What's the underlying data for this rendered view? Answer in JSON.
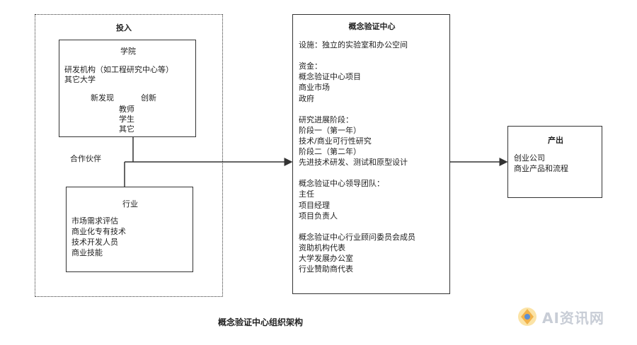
{
  "input": {
    "title": "投入",
    "partner_label": "合作伙伴",
    "academy": {
      "title": "学院",
      "lines": [
        "研发机构（如工程研究中心等）",
        "其它大学"
      ],
      "flow_from": "新发现",
      "flow_to": "创新",
      "people": [
        "教师",
        "学生",
        "其它"
      ]
    },
    "industry": {
      "title": "行业",
      "lines": [
        "市场需求评估",
        "商业化专有技术",
        "技术开发人员",
        "商业技能"
      ]
    }
  },
  "center": {
    "title": "概念验证中心",
    "lines": [
      "设施：独立的实验室和办公空间",
      "",
      "资金：",
      "概念验证中心项目",
      "商业市场",
      "政府",
      "",
      "研究进展阶段：",
      "阶段一（第一年）",
      "技术/商业可行性研究",
      "阶段二（第二年）",
      "先进技术研发、测试和原型设计",
      "",
      "概念验证中心领导团队：",
      "主任",
      "项目经理",
      "项目负责人",
      "",
      "概念验证中心行业顾问委员会成员",
      "资助机构代表",
      "大学发展办公室",
      "行业赞助商代表"
    ]
  },
  "output": {
    "title": "产出",
    "lines": [
      "创业公司",
      "商业产品和流程"
    ]
  },
  "caption": "概念验证中心组织架构",
  "watermark": "AI资讯网"
}
